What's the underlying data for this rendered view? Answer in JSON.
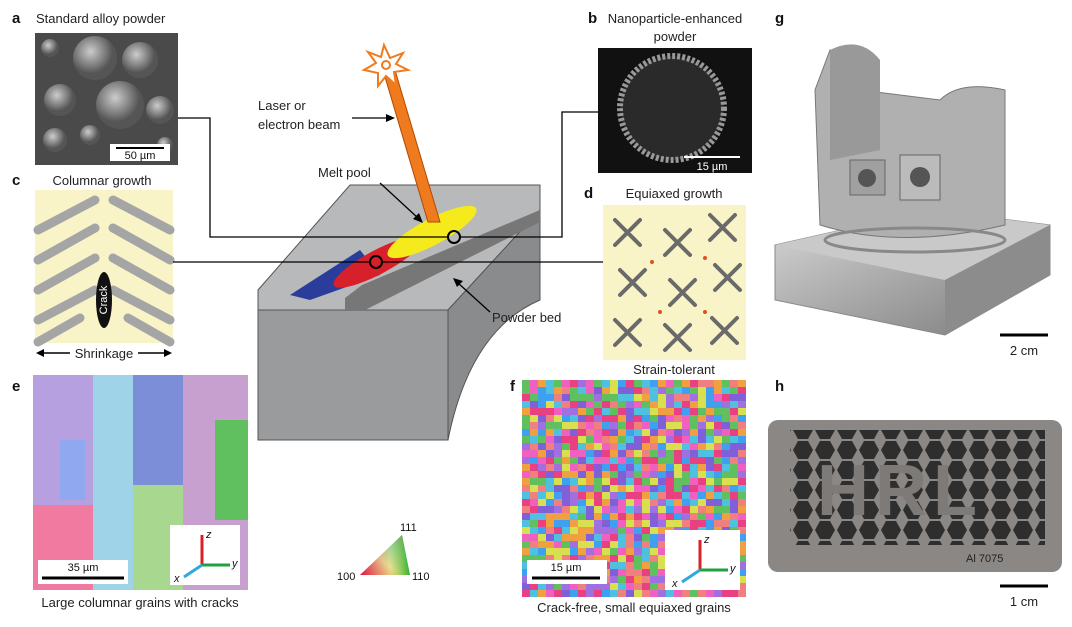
{
  "panels": {
    "a": {
      "label": "a",
      "title": "Standard alloy powder",
      "scale": "50 µm"
    },
    "b": {
      "label": "b",
      "title_line1": "Nanoparticle-enhanced",
      "title_line2": "powder",
      "scale": "15 µm"
    },
    "c": {
      "label": "c",
      "title": "Columnar growth",
      "crack": "Crack",
      "bottom": "Shrinkage"
    },
    "d": {
      "label": "d",
      "title": "Equiaxed growth",
      "bottom": "Strain-tolerant"
    },
    "e": {
      "label": "e",
      "scale": "35 µm",
      "caption": "Large columnar grains with cracks",
      "axes": {
        "x": "x",
        "y": "y",
        "z": "z"
      }
    },
    "f": {
      "label": "f",
      "scale": "15 µm",
      "caption": "Crack-free, small equiaxed grains",
      "axes": {
        "x": "x",
        "y": "y",
        "z": "z"
      }
    },
    "g": {
      "label": "g",
      "scale": "2 cm"
    },
    "h": {
      "label": "h",
      "scale": "1 cm",
      "part_text": "HRL",
      "alloy_text": "Al 7075"
    }
  },
  "schematic": {
    "beam_line1": "Laser or",
    "beam_line2": "electron beam",
    "melt_pool": "Melt pool",
    "powder_bed": "Powder bed"
  },
  "ipf_key": {
    "top": "111",
    "left": "100",
    "right": "110"
  },
  "colors": {
    "beam": "#f07a1e",
    "melt_pool": "#f5ea1c",
    "red_track": "#d8202a",
    "blue_track": "#2a3d9a",
    "block": "#9a9b9d",
    "dendrite_bg": "#f8f4c8"
  }
}
